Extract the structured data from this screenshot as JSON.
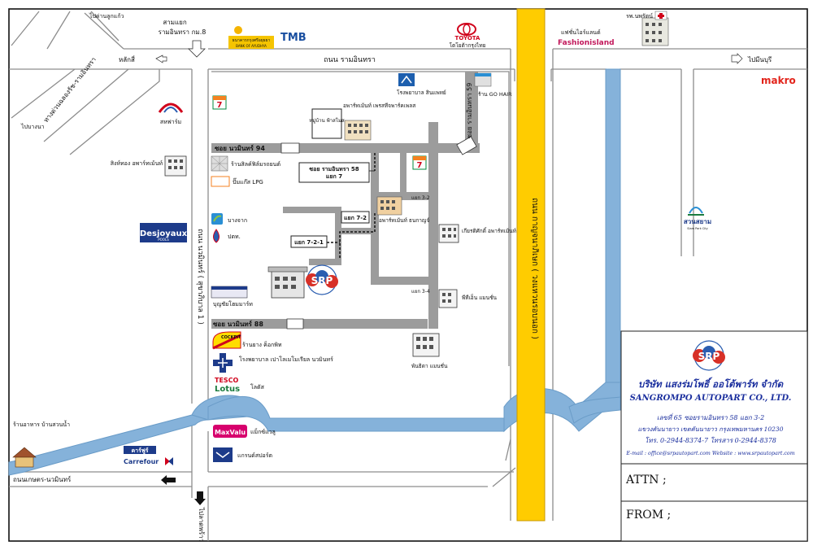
{
  "roads": {
    "ramintra_road": "ถนน รามอินทรา",
    "lak_si_arrow": "หลักสี่",
    "min_buri_arrow": "ไปมีนบุรี",
    "junction_km8_line1": "สามแยก",
    "junction_km8_line2": "รามอินทรา กม.8",
    "expressway_vertical": "ถนน กาญจนาภิเษก ( วงแหวนรอบนอก )",
    "nawamin_road": "ถนน นวมินทร์ ( สุขาภิบาล 1 )",
    "kaset_nawamin": "ถนนเกษตร-นวมินทร์",
    "to_ladprao": "ไปลาดพร้าว",
    "to_lukkaew": "ไปด่านลูกแก้ว",
    "to_bangna": "ไปบางนา",
    "expressway_diag": "ทางด่วนฉลองรัช-รามอินทรา",
    "soi_nawamin_94": "ซอย นวมินทร์ 94",
    "soi_nawamin_88": "ซอย นวมินทร์ 88",
    "soi_ramintra_59": "ซอย รามอินทรา 59",
    "soi_ramintra_58_line1": "ซอย รามอินทรา 58",
    "soi_ramintra_58_line2": "แยก 7",
    "yaek_7_2": "แยก 7-2",
    "yaek_7_2_1": "แยก 7-2-1",
    "yaek_3_2": "แยก 3-2",
    "yaek_3_4": "แยก 3-4"
  },
  "landmarks": {
    "krungsri": "ธนาคารกรุงศรีอยุธยา",
    "krungsri_en": "BANK OF AYUDHYA",
    "tmb": "TMB",
    "toyota": "TOYOTA",
    "toyota_dealer": "โตโยต้ากรุงไทย",
    "fashion_island_th": "แฟชั่นไอร์แลนด์",
    "fashion_island": "Fashionisland",
    "nopparat_hospital": "รพ.นพรัตน์",
    "makro": "makro",
    "sahaphan": "สหฟาร์ม",
    "siam_park": "สวนสยาม",
    "siam_park_en": "Siam Park City",
    "singtong": "สิงห์ทอง อพาร์ทเม้นท์",
    "desjoyaux": "Desjoyaux",
    "desjoyaux_sub": "POOLS",
    "seven_eleven": "7",
    "village": "หมู่บ้าน ฟ้าสโมส",
    "apartment_prestige": "อพาร์ทเม้นท์ เพรสทีจพาร์คเพลส",
    "hospital_sinpat": "โรงพยาบาล สินแพทย์",
    "go_hair": "ร้าน GO HAIR",
    "silk_screen": "ร้านสิลค์ฟิล์มรถยนต์",
    "ptt_lpg": "ปั๊มแก๊ส LPG",
    "bangchak": "บางจาก",
    "ptt": "ปตท.",
    "boonchai": "บุญชัยโฮมมาร์ท",
    "cockpit": "ร้านยาง ค็อกพิท",
    "cockpit_logo": "COCKPIT",
    "paolo_hospital": "โรงพยาบาล เปาโลเมโมเรียล นวมินทร์",
    "tesco": "TESCO",
    "lotus": "Lotus",
    "lotus_th": "โลตัส",
    "maxvalu": "MaxValu",
    "maxvalu_th": "แม็กซ์แวลู",
    "grand_sport": "แกรนด์สปอร์ต",
    "carrefour_th": "คาร์ฟูร์",
    "carrefour": "Carrefour",
    "restaurant": "ร้านอาหาร บ้านสวนน้ำ",
    "apartment_thanakorn": "อพาร์ทเม้นท์ ธนกาญจ์",
    "kiettisak": "เกียรติศักดิ์ อพาร์ทเม้นท์",
    "pt_mansion": "พีทีเอ็น แมนชั่น",
    "phanida": "พันธิดา แมนชั่น"
  },
  "company": {
    "logo_text": "SRP",
    "name_th": "บริษัท แสงร่มโพธิ์ ออโต้พาร์ท จำกัด",
    "name_en": "SANGROMPO AUTOPART CO., LTD.",
    "address1": "เลขที่  65  ซอยรามอินทรา 58 แยก 3-2",
    "address2": "แขวงคันนายาว เขตคันนายาว กรุงเทพมหานคร  10230",
    "phone": "โทร. 0-2944-8374-7 โทรสาร 0-2944-8378",
    "email": "E-mail : office@srpautopart.com Website : www.srpautopart.com"
  },
  "form": {
    "attn": "ATTN ;",
    "from": "FROM ;"
  },
  "colors": {
    "expressway": "#ffcc00",
    "river": "#85b2da",
    "soi": "#9c9c9c",
    "logo_red": "#d73027",
    "logo_blue": "#2a5db0",
    "company_blue": "#1b2f9e"
  }
}
